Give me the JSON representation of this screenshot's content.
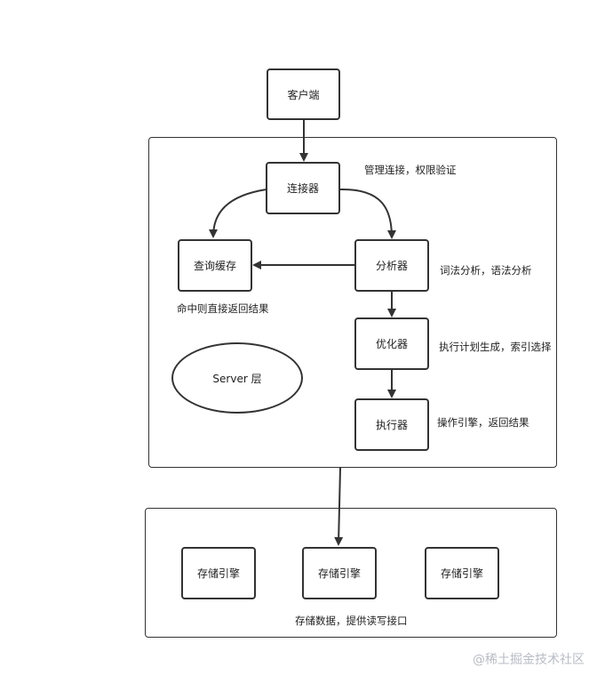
{
  "nodes": {
    "client": "客户端",
    "connector": "连接器",
    "query_cache": "查询缓存",
    "analyzer": "分析器",
    "optimizer": "优化器",
    "executor": "执行器",
    "storage_engine_1": "存储引擎",
    "storage_engine_2": "存储引擎",
    "storage_engine_3": "存储引擎"
  },
  "layer_label": "Server 层",
  "notes": {
    "connector": "管理连接，权限验证",
    "query_cache": "命中则直接返回结果",
    "analyzer": "词法分析，语法分析",
    "optimizer": "执行计划生成，索引选择",
    "executor": "操作引擎，返回结果",
    "storage": "存储数据，提供读写接口"
  },
  "watermark": "@稀土掘金技术社区"
}
